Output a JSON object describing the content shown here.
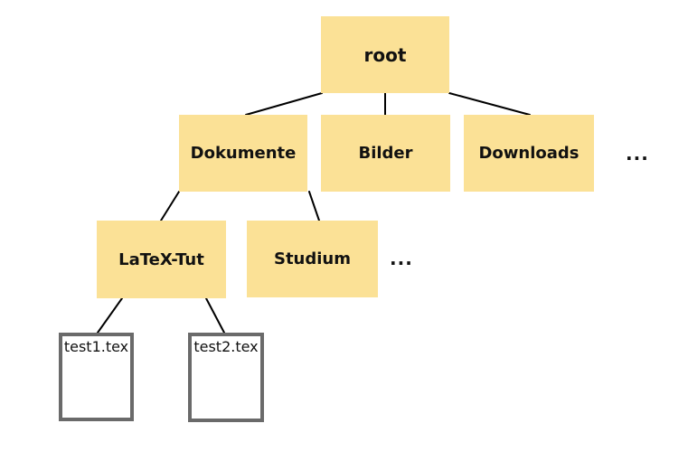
{
  "diagram": {
    "description": "File system tree diagram",
    "colors": {
      "background": "#FFFFFF",
      "folder_fill": "#FBE196",
      "file_border": "#6A6A6A",
      "edge": "#000000",
      "text": "#111111"
    },
    "nodes": {
      "root": {
        "label": "root",
        "type": "folder"
      },
      "dokumente": {
        "label": "Dokumente",
        "type": "folder"
      },
      "bilder": {
        "label": "Bilder",
        "type": "folder"
      },
      "downloads": {
        "label": "Downloads",
        "type": "folder"
      },
      "more_level1": {
        "label": "...",
        "type": "ellipsis"
      },
      "latex_tut": {
        "label": "LaTeX-Tut",
        "type": "folder"
      },
      "studium": {
        "label": "Studium",
        "type": "folder"
      },
      "more_level2": {
        "label": "...",
        "type": "ellipsis"
      },
      "test1": {
        "label": "test1.tex",
        "type": "file"
      },
      "test2": {
        "label": "test2.tex",
        "type": "file"
      }
    },
    "edges": [
      {
        "from": "root",
        "to": "dokumente"
      },
      {
        "from": "root",
        "to": "bilder"
      },
      {
        "from": "root",
        "to": "downloads"
      },
      {
        "from": "dokumente",
        "to": "latex_tut"
      },
      {
        "from": "dokumente",
        "to": "studium"
      },
      {
        "from": "latex_tut",
        "to": "test1"
      },
      {
        "from": "latex_tut",
        "to": "test2"
      }
    ]
  }
}
